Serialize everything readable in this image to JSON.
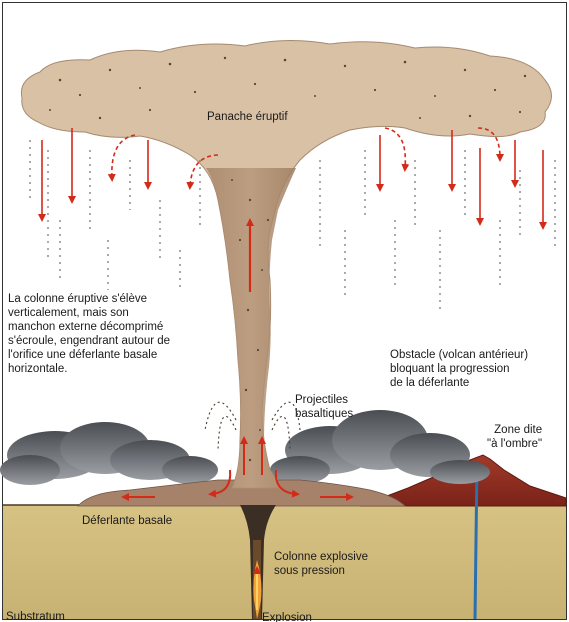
{
  "labels": {
    "panache": "Panache éruptif",
    "colonne_text": "La colonne éruptive s'élève\nverticalement, mais son\nmanchon externe décomprimé\ns'écroule, engendrant autour de\nl'orifice une déferlante basale\nhorizontale.",
    "obstacle": "Obstacle (volcan antérieur)\nbloquant la progression\nde la déferlante",
    "projectiles": "Projectiles\nbasaltiques",
    "zone_ombre": "Zone dite\n\"à l'ombre\"",
    "deferlante_basale": "Déferlante basale",
    "colonne_explosive": "Colonne explosive\nsous pression",
    "substratum": "Substratum",
    "explosion": "Explosion"
  },
  "colors": {
    "plume": "#d9c1a6",
    "column": "#b08e6c",
    "arrow": "#d42a1a",
    "ground": "#cfb878",
    "volcano": "#8e2a1e",
    "cloud": "#5c5f63",
    "conduit": "#2a6fb0"
  }
}
